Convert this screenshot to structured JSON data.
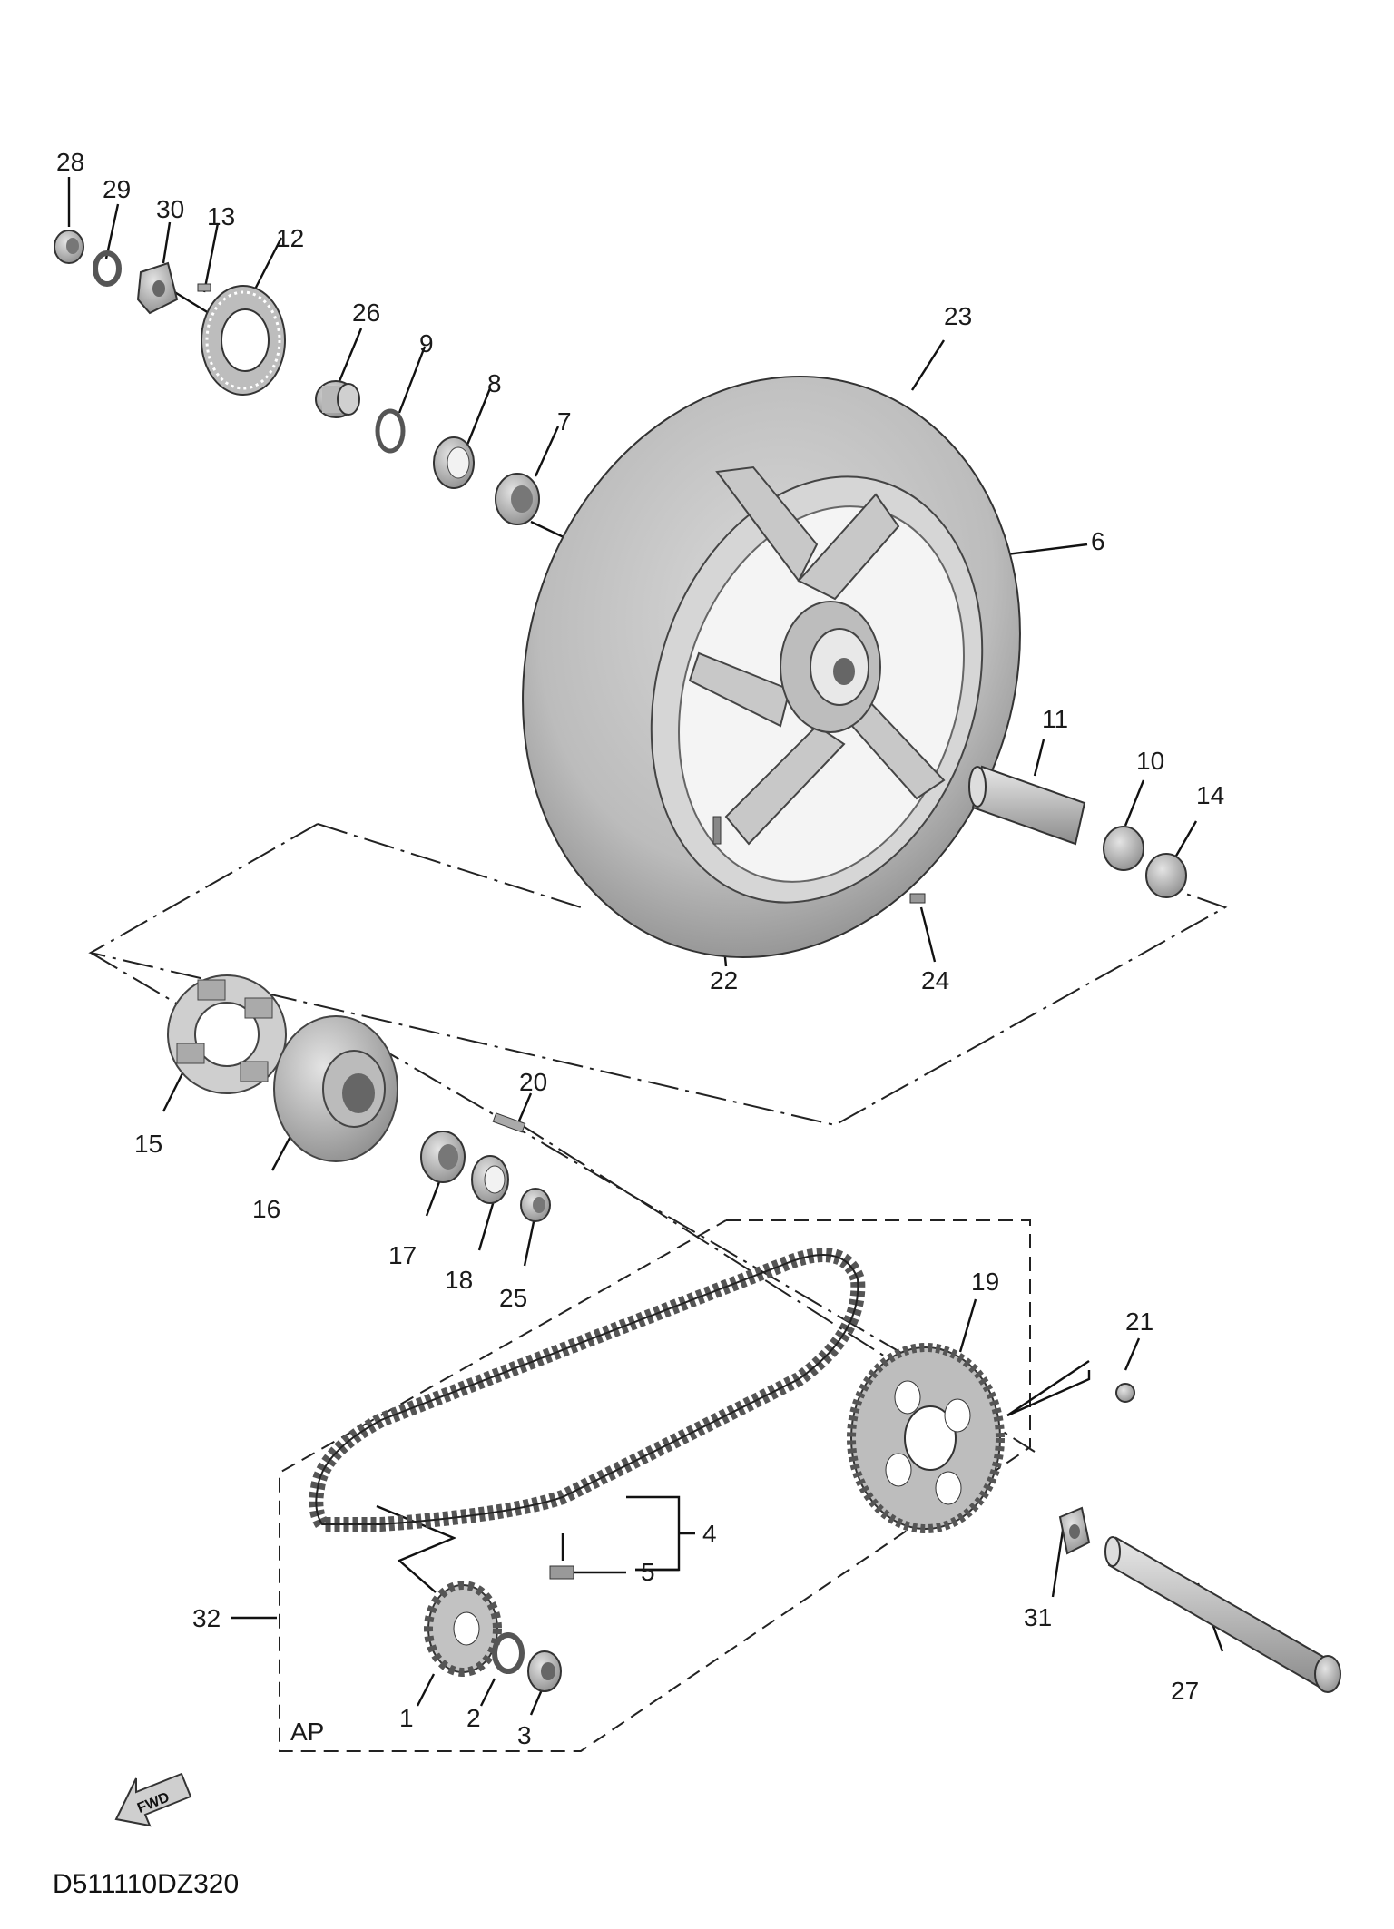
{
  "diagram_code": "D511110DZ320",
  "fwd_label": "FWD",
  "ap_label": "AP",
  "callouts": {
    "c1": "1",
    "c2": "2",
    "c3": "3",
    "c4": "4",
    "c5": "5",
    "c6": "6",
    "c7": "7",
    "c8": "8",
    "c9": "9",
    "c10": "10",
    "c11": "11",
    "c12": "12",
    "c13": "13",
    "c14": "14",
    "c15": "15",
    "c16": "16",
    "c17": "17",
    "c18": "18",
    "c19": "19",
    "c20": "20",
    "c21": "21",
    "c22": "22",
    "c23": "23",
    "c24": "24",
    "c25": "25",
    "c26": "26",
    "c27": "27",
    "c28": "28",
    "c29": "29",
    "c30": "30",
    "c31": "31",
    "c32": "32"
  },
  "colors": {
    "line": "#111111",
    "part_fill": "#c4c4c4",
    "part_dark": "#8a8a8a",
    "tire": "#b5b5b5"
  }
}
